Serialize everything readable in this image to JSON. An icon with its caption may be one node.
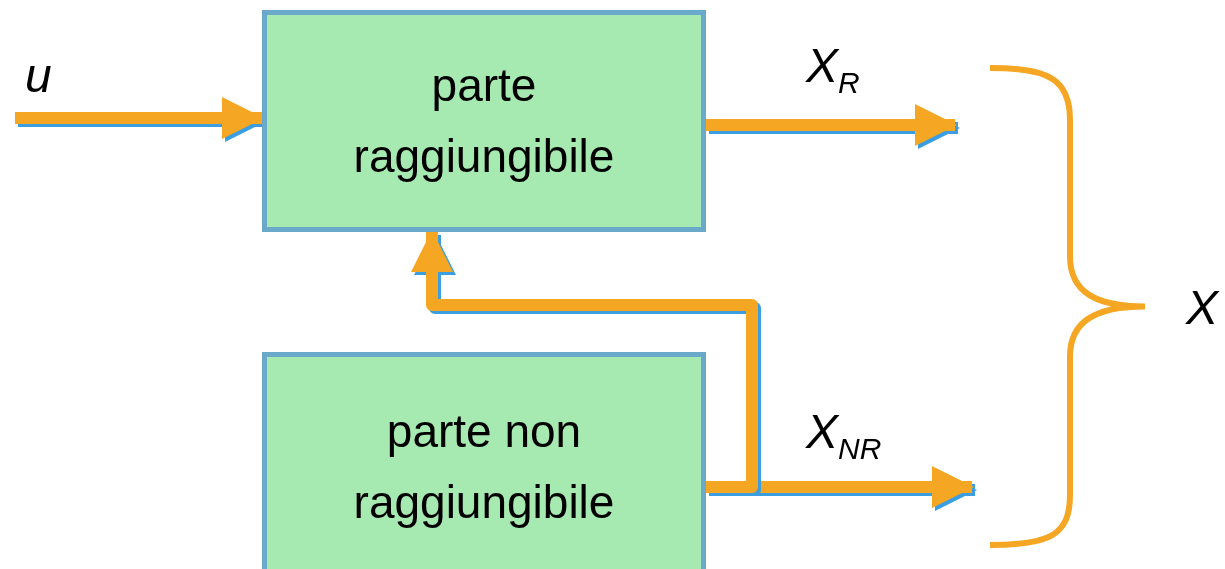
{
  "diagram": {
    "nodes": [
      {
        "text": [
          "parte raggiungibile"
        ]
      },
      {
        "text": [
          "parte non raggiungibile"
        ]
      },
      {
        "text": [],
        "shape": "brace",
        "beside": [
          "X"
        ]
      }
    ],
    "edges": [
      {
        "from": null,
        "to": 0,
        "arrow": "to",
        "label": "u"
      },
      {
        "from": 0,
        "to": 2,
        "arrow": "to",
        "label": "X$_{R}$"
      },
      {
        "from": 1,
        "to": 2,
        "arrow": "to",
        "label": "X$_{NR}$"
      },
      {
        "from": 1,
        "to": 0,
        "arrow": "to"
      }
    ]
  }
}
